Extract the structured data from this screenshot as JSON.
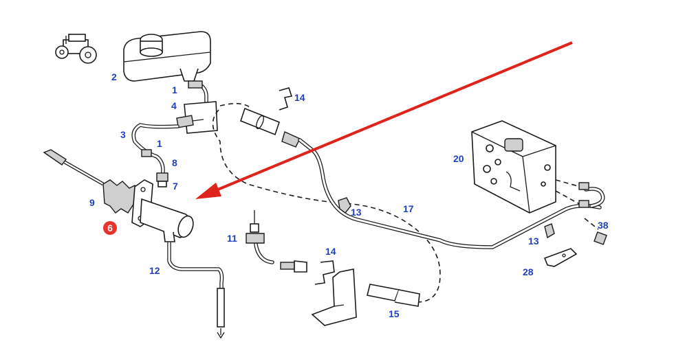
{
  "colors": {
    "callout_text": "#1f3fbf",
    "highlight_fill": "#e8322a",
    "arrow": "#e0221c"
  },
  "icons": {
    "tractor": "tractor-icon"
  },
  "callouts": {
    "c1a": "1",
    "c1b": "1",
    "c2": "2",
    "c3": "3",
    "c4": "4",
    "c6": "6",
    "c7": "7",
    "c8": "8",
    "c9": "9",
    "c11": "11",
    "c12": "12",
    "c13a": "13",
    "c13b": "13",
    "c14a": "14",
    "c14b": "14",
    "c15": "15",
    "c17": "17",
    "c20": "20",
    "c28": "28",
    "c38": "38"
  }
}
